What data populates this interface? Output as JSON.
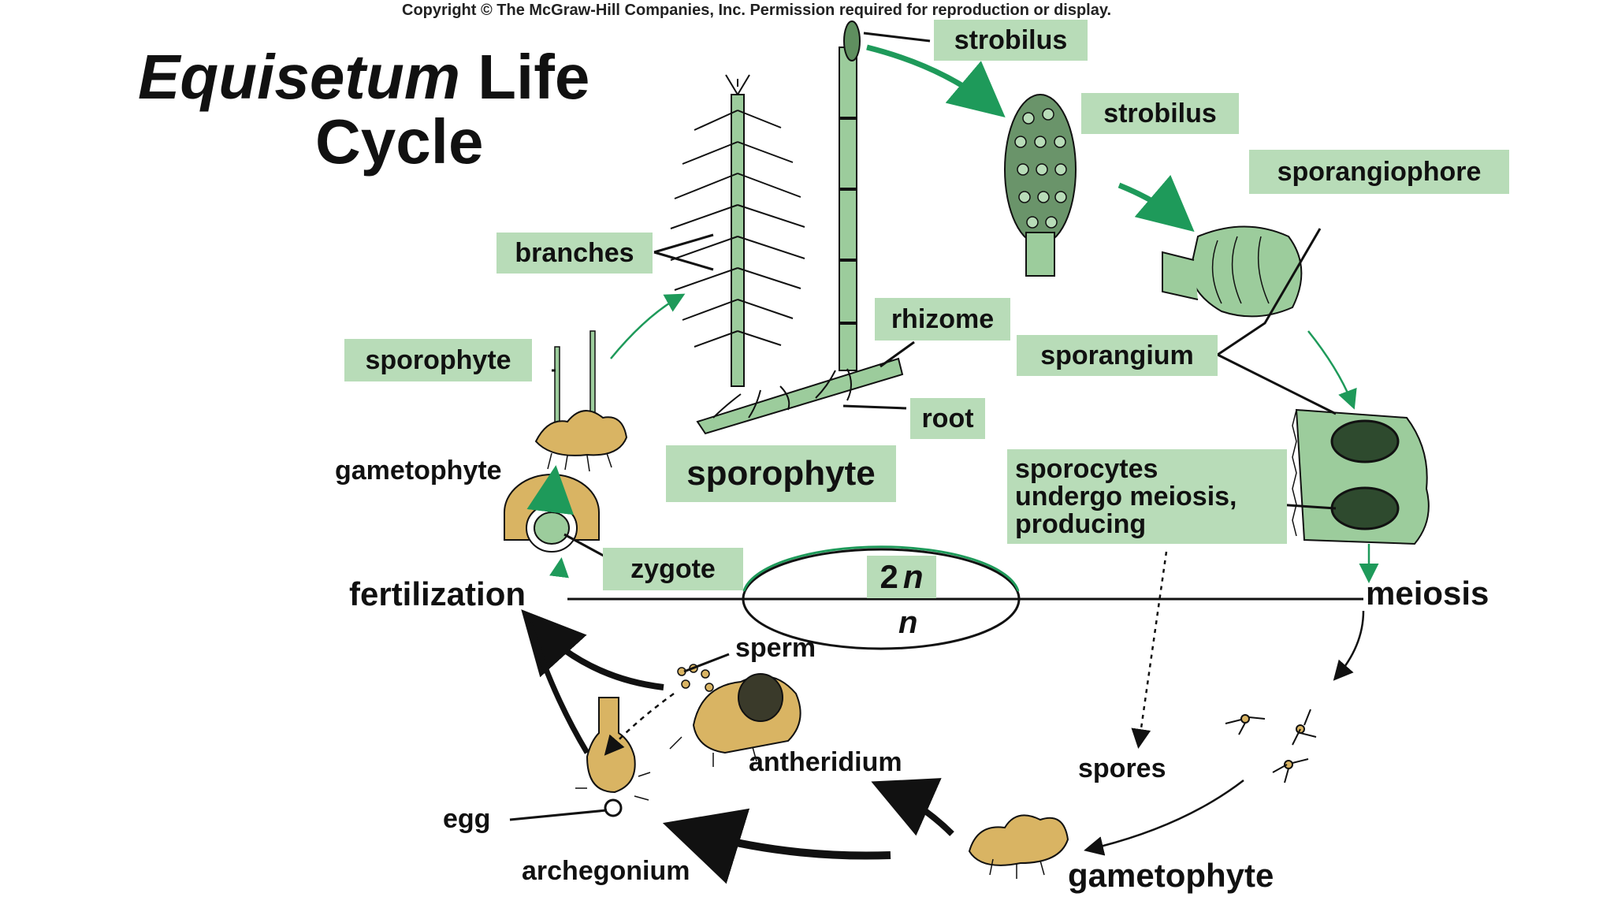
{
  "copyright": "Copyright © The McGraw-Hill Companies, Inc. Permission required for reproduction or display.",
  "title": {
    "italic": "Equisetum",
    "line1_rest": " Life",
    "line2": "Cycle"
  },
  "labels": {
    "strobilus_top": "strobilus",
    "strobilus_mid": "strobilus",
    "sporangiophore": "sporangiophore",
    "branches": "branches",
    "rhizome": "rhizome",
    "sporangium": "sporangium",
    "sporophyte_small": "sporophyte",
    "root": "root",
    "gametophyte_left": "gametophyte",
    "sporophyte_big": "sporophyte",
    "sporocytes": [
      "sporocytes",
      "undergo meiosis,",
      "producing"
    ],
    "zygote": "zygote",
    "ploidy_2n": "2",
    "ploidy_2n_n": "n",
    "ploidy_n": "n",
    "fertilization": "fertilization",
    "meiosis": "meiosis",
    "sperm": "sperm",
    "antheridium": "antheridium",
    "spores": "spores",
    "egg": "egg",
    "archegonium": "archegonium",
    "gametophyte_bottom": "gametophyte"
  },
  "colors": {
    "label_box": "#b8dcb8",
    "plant_green": "#9ccc9c",
    "gametophyte_tan": "#d9b463",
    "arrow_green": "#1e9a5a",
    "text": "#111111"
  }
}
